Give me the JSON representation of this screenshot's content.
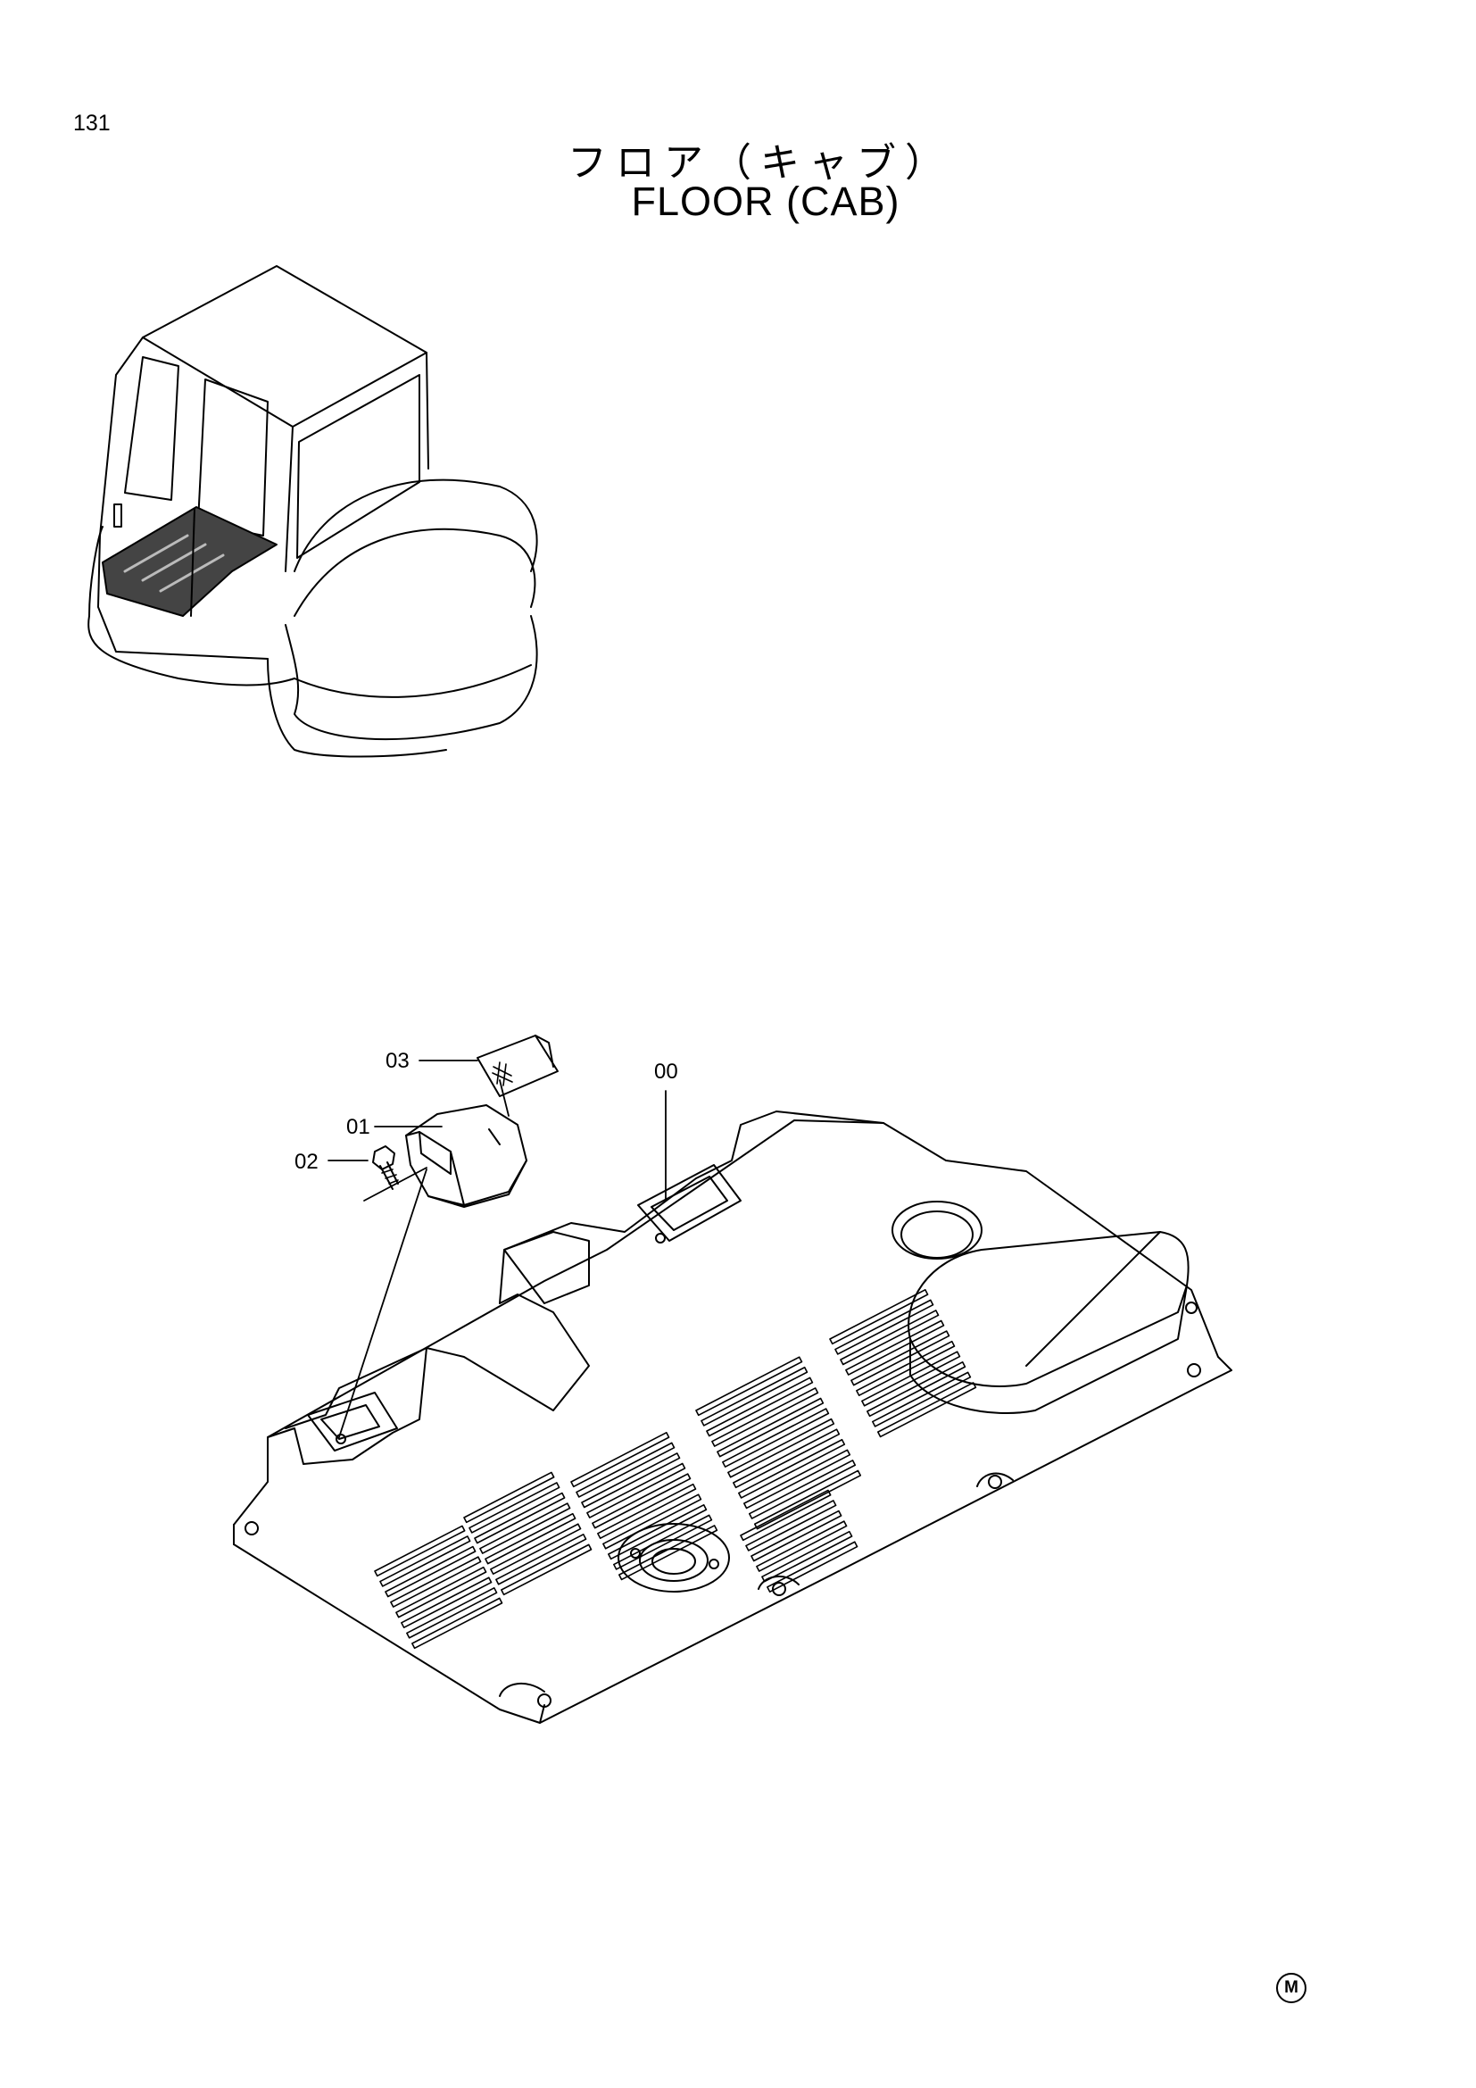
{
  "page": {
    "number": "131",
    "title_jp": "フロア（キャブ）",
    "title_en": "FLOOR (CAB)",
    "mark": "M"
  },
  "callouts": {
    "part_00": "00",
    "part_01": "01",
    "part_02": "02",
    "part_03": "03"
  }
}
